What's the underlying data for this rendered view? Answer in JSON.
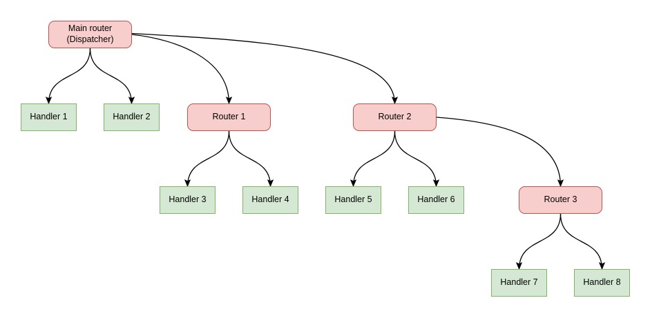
{
  "diagram": {
    "nodes": {
      "main_router": {
        "label": "Main router\n(Dispatcher)",
        "type": "router"
      },
      "router_1": {
        "label": "Router 1",
        "type": "router"
      },
      "router_2": {
        "label": "Router 2",
        "type": "router"
      },
      "router_3": {
        "label": "Router 3",
        "type": "router"
      },
      "handler_1": {
        "label": "Handler 1",
        "type": "handler"
      },
      "handler_2": {
        "label": "Handler 2",
        "type": "handler"
      },
      "handler_3": {
        "label": "Handler 3",
        "type": "handler"
      },
      "handler_4": {
        "label": "Handler 4",
        "type": "handler"
      },
      "handler_5": {
        "label": "Handler 5",
        "type": "handler"
      },
      "handler_6": {
        "label": "Handler 6",
        "type": "handler"
      },
      "handler_7": {
        "label": "Handler 7",
        "type": "handler"
      },
      "handler_8": {
        "label": "Handler 8",
        "type": "handler"
      }
    },
    "edges": [
      {
        "from": "Main router (Dispatcher)",
        "to": "Handler 1"
      },
      {
        "from": "Main router (Dispatcher)",
        "to": "Handler 2"
      },
      {
        "from": "Main router (Dispatcher)",
        "to": "Router 1"
      },
      {
        "from": "Main router (Dispatcher)",
        "to": "Router 2"
      },
      {
        "from": "Router 1",
        "to": "Handler 3"
      },
      {
        "from": "Router 1",
        "to": "Handler 4"
      },
      {
        "from": "Router 2",
        "to": "Handler 5"
      },
      {
        "from": "Router 2",
        "to": "Handler 6"
      },
      {
        "from": "Router 2",
        "to": "Router 3"
      },
      {
        "from": "Router 3",
        "to": "Handler 7"
      },
      {
        "from": "Router 3",
        "to": "Handler 8"
      }
    ],
    "colors": {
      "router_fill": "#f8cecc",
      "router_border": "#b85450",
      "handler_fill": "#d5e8d4",
      "handler_border": "#82b366",
      "connector": "#000000",
      "background": "#ffffff"
    }
  }
}
